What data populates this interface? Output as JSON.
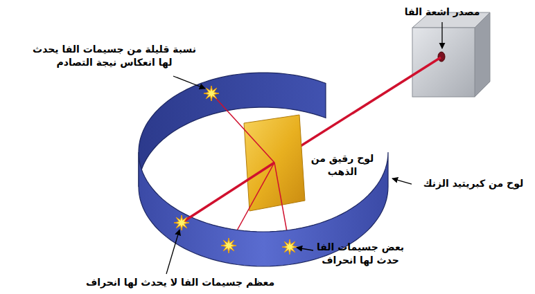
{
  "diagram": {
    "labels": [
      "مصدر اشعة الفا",
      "نسبة قليلة من جسيمات الفا يحدث لها انعكاس نيجة التصادم",
      "لوح رقيق من الذهب",
      "لوح من كبريتيد الزنك",
      "بعض جسيمات الفا حدث لها انحراف",
      "معظم جسيمات الفا لا يحدث لها انحراف"
    ]
  }
}
